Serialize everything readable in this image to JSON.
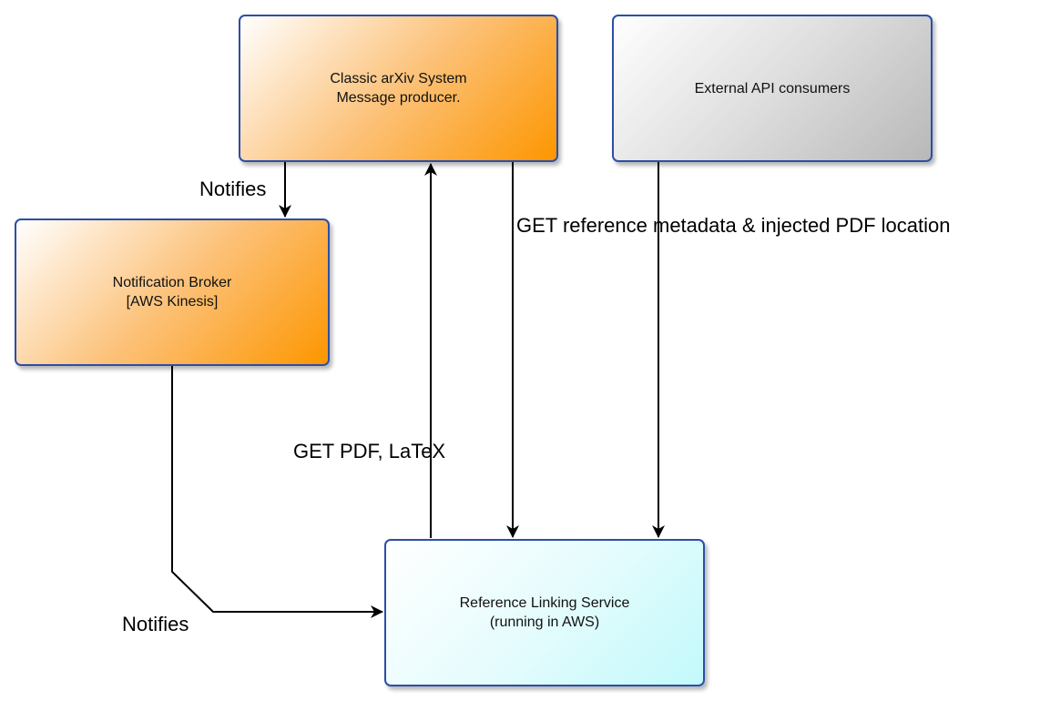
{
  "nodes": {
    "classic": {
      "line1": "Classic arXiv System",
      "line2": "Message producer."
    },
    "external": {
      "line1": "External API consumers"
    },
    "broker": {
      "line1": "Notification Broker",
      "line2": "[AWS Kinesis]"
    },
    "rls": {
      "line1": "Reference Linking Service",
      "line2": "(running in AWS)"
    }
  },
  "edges": {
    "classic_to_broker": "Notifies",
    "rls_to_classic": "GET PDF, LaTeX",
    "classic_to_rls": "GET reference metadata & injected PDF location",
    "broker_to_rls": "Notifies"
  },
  "colors": {
    "node_border": "#2b4ea8",
    "orange_gradient_end": "#fd9600",
    "gray_gradient_end": "#b8b8b8",
    "cyan_gradient_end": "#c2f9fb",
    "edge": "#000000"
  }
}
